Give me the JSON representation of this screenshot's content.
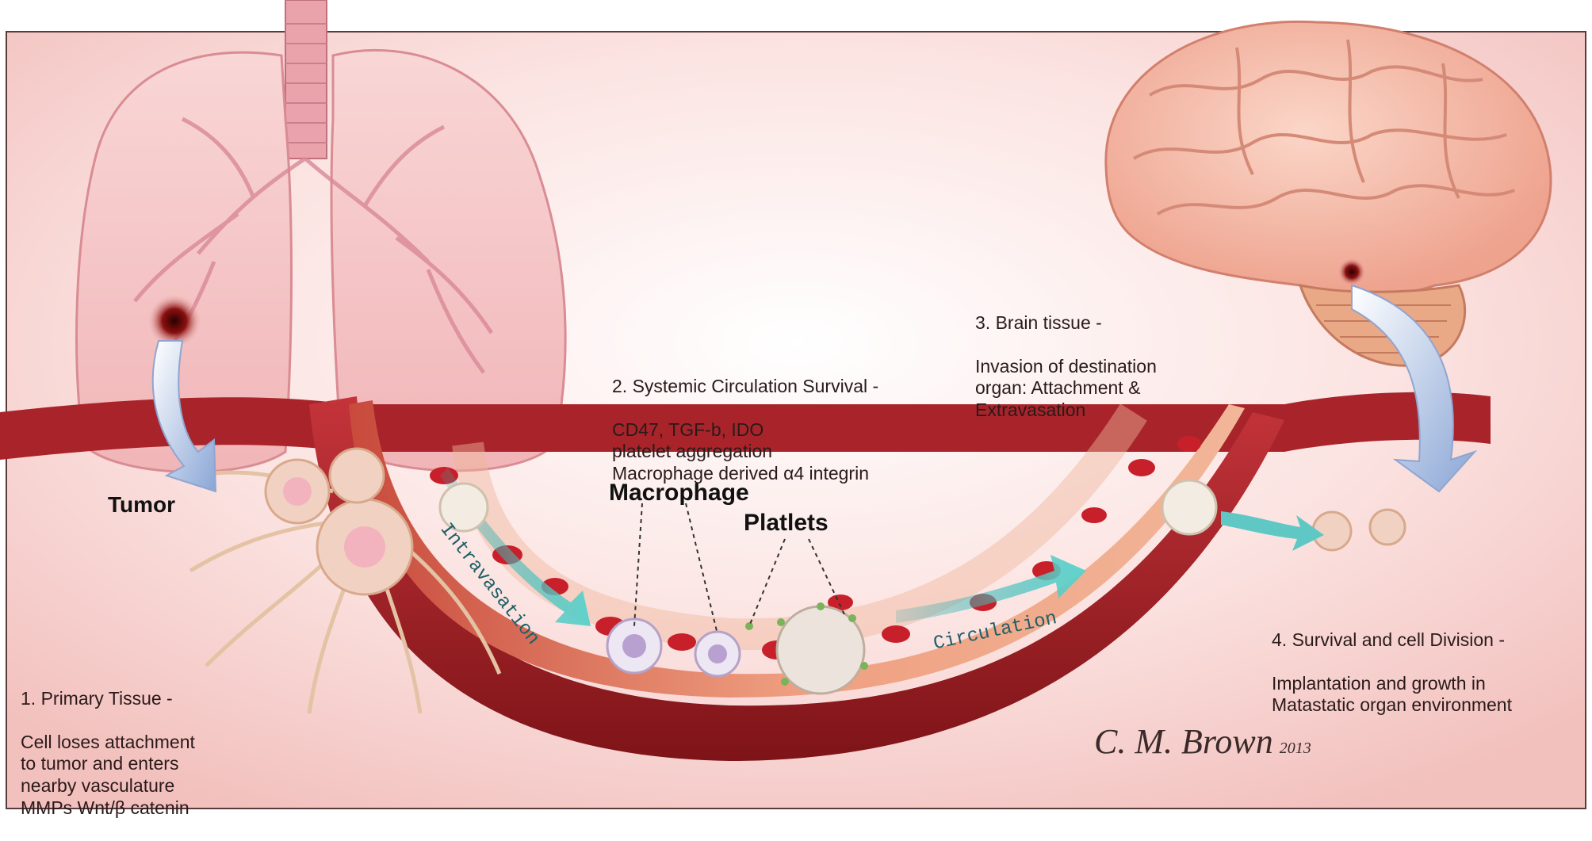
{
  "labels": {
    "tumor": "Tumor",
    "macrophage": "Macrophage",
    "platlets": "Platlets"
  },
  "steps": [
    {
      "title": "1. Primary Tissue -",
      "body": "Cell loses attachment\nto tumor and enters\nnearby vasculature\nMMPs Wnt/β catenin"
    },
    {
      "title": "2. Systemic Circulation Survival -",
      "body": "CD47, TGF-b, IDO\nplatelet aggregation\nMacrophage derived α4 integrin"
    },
    {
      "title": "3. Brain tissue -",
      "body": "Invasion of destination\norgan: Attachment &\nExtravasation"
    },
    {
      "title": "4. Survival and cell Division -",
      "body": "Implantation and growth in\nMatastatic organ environment"
    }
  ],
  "arrow_labels": {
    "intravasation": "Intravasation",
    "circulation": "Circulation"
  },
  "signature": {
    "name": "C. M. Brown",
    "year": "2013"
  },
  "colors": {
    "background": "#fbe9e7",
    "vessel_wall": "#b3262c",
    "vessel_inner": "#e8a17c",
    "blood_cell": "#c8202a",
    "arrow": "#5fc8c4",
    "tissue": "#f3b8b5",
    "brain": "#f4b8a7"
  }
}
